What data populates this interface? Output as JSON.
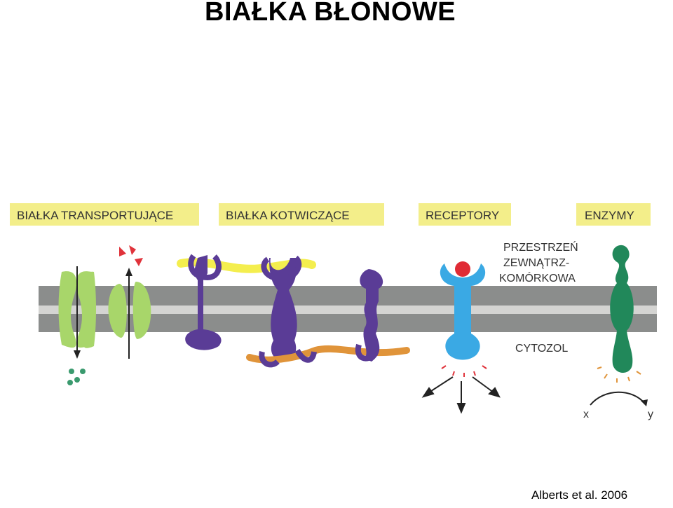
{
  "title": "BIAŁKA BŁONOWE",
  "credit": "Alberts et al. 2006",
  "figure": {
    "labels": {
      "transport": "BIAŁKA TRANSPORTUJĄCE",
      "anchor": "BIAŁKA KOTWICZĄCE",
      "receptors": "RECEPTORY",
      "enzymes": "ENZYMY",
      "extracellular_1": "PRZESTRZEŃ",
      "extracellular_2": "ZEWNĄTRZ-",
      "extracellular_3": "KOMÓRKOWA",
      "cytosol": "CYTOZOL",
      "substrate": "x",
      "product": "y"
    },
    "colors": {
      "label_box": "#f3ee8a",
      "membrane_dark": "#8b8d8c",
      "membrane_light": "#d4d4d2",
      "transporter": "#a8d66a",
      "anchor_protein": "#5a3c96",
      "yellow_filament": "#f4ee4e",
      "orange_filament": "#e0943a",
      "receptor": "#3aa9e4",
      "ligand": "#e02b35",
      "enzyme": "#21885a",
      "ion_dots": "#3a9a6e",
      "triangles": "#e0333b"
    }
  }
}
